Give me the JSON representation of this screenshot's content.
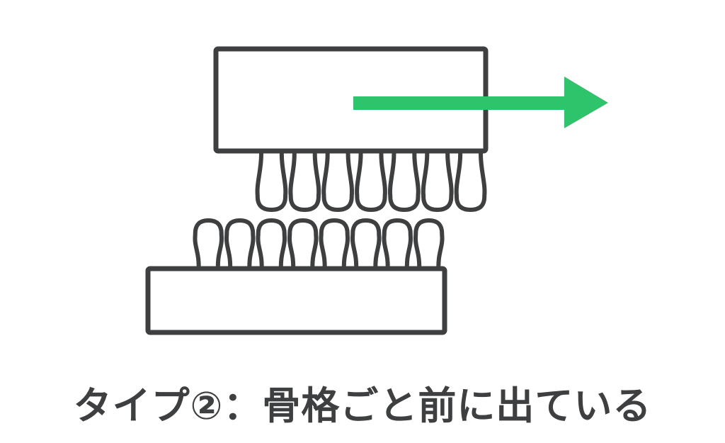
{
  "caption": "タイプ②：骨格ごと前に出ている",
  "colors": {
    "stroke": "#3d3f40",
    "arrow": "#2ec46b",
    "background": "#ffffff"
  },
  "diagram": {
    "upper_teeth_count": 7,
    "lower_teeth_count": 8,
    "arrow_direction": "right"
  }
}
